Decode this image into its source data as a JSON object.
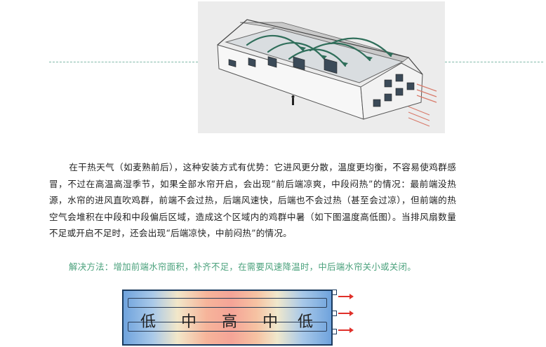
{
  "paragraph": "在干热天气（如麦熟前后），这种安装方式有优势：它进风更分散，温度更均衡，不容易使鸡群感冒，不过在高温高湿季节，如果全部水帘开启，会出现“前后端凉爽，中段闷热”的情况：最前端没热源，水帘的进风直吹鸡群，前端不会过热，后端风速快，后端也不会过热（甚至会过凉），但前端的热空气会堆积在中段和中段偏后区域，造成这个区域内的鸡群中暑（如下图温度高低图）。当排风扇数量不足或开启不足时，还会出现“后端凉快，中前闷热”的情况。",
  "solution": "解决方法：增加前端水帘面积，补齐不足，在需要风速降温时，中后端水帘关小或关闭。",
  "diagram": {
    "labels": [
      "低",
      "中",
      "高",
      "中",
      "低"
    ],
    "colors": {
      "cool": "#6fa3dd",
      "hot": "#f5a497",
      "wall": "#1a3a5e",
      "arrow": "#e0302a"
    }
  },
  "photo": {
    "icon": "poultry-house-3d-airflow-image"
  }
}
